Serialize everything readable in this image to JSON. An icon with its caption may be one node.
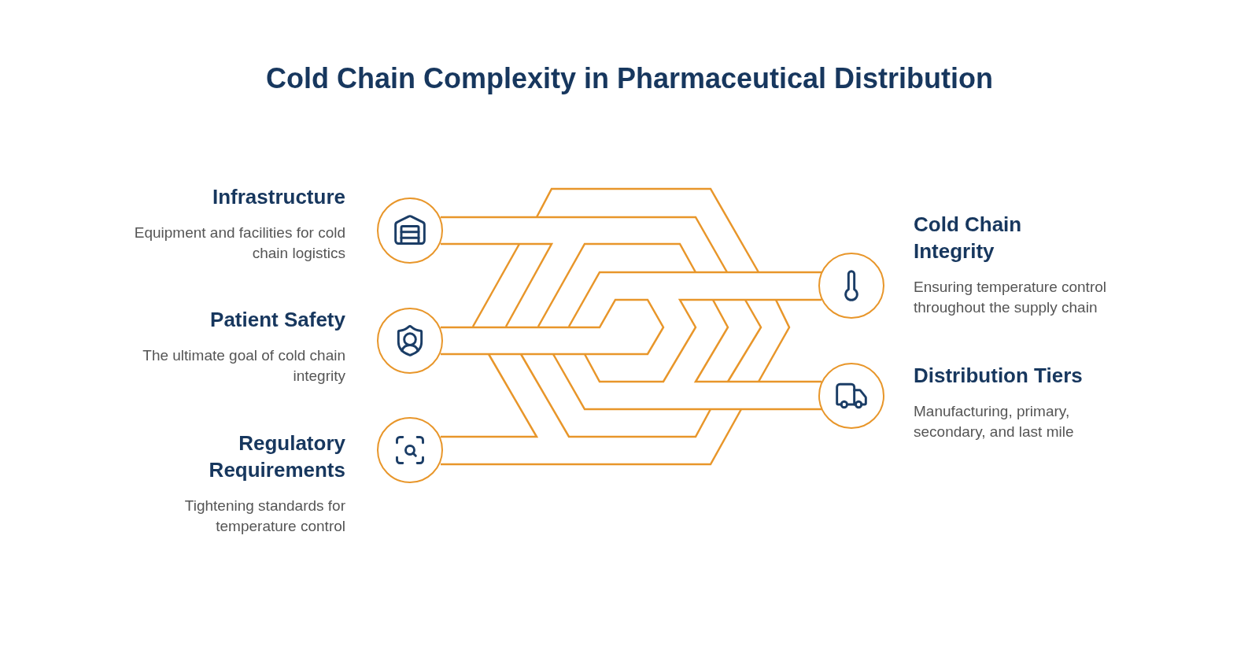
{
  "diagram": {
    "title": "Cold Chain Complexity in Pharmaceutical Distribution",
    "nodes": [
      {
        "text": [
          "Infrastructure",
          "Equipment and facilities for cold chain logistics"
        ]
      },
      {
        "text": [
          "Patient Safety",
          "The ultimate goal of cold chain integrity"
        ]
      },
      {
        "text": [
          "Regulatory Requirements",
          "Tightening standards for temperature control"
        ]
      },
      {
        "text": [
          "Cold Chain Integrity",
          "Ensuring temperature control throughout the supply chain"
        ]
      },
      {
        "text": [
          "Distribution Tiers",
          "Manufacturing, primary, secondary, and last mile"
        ]
      }
    ]
  }
}
